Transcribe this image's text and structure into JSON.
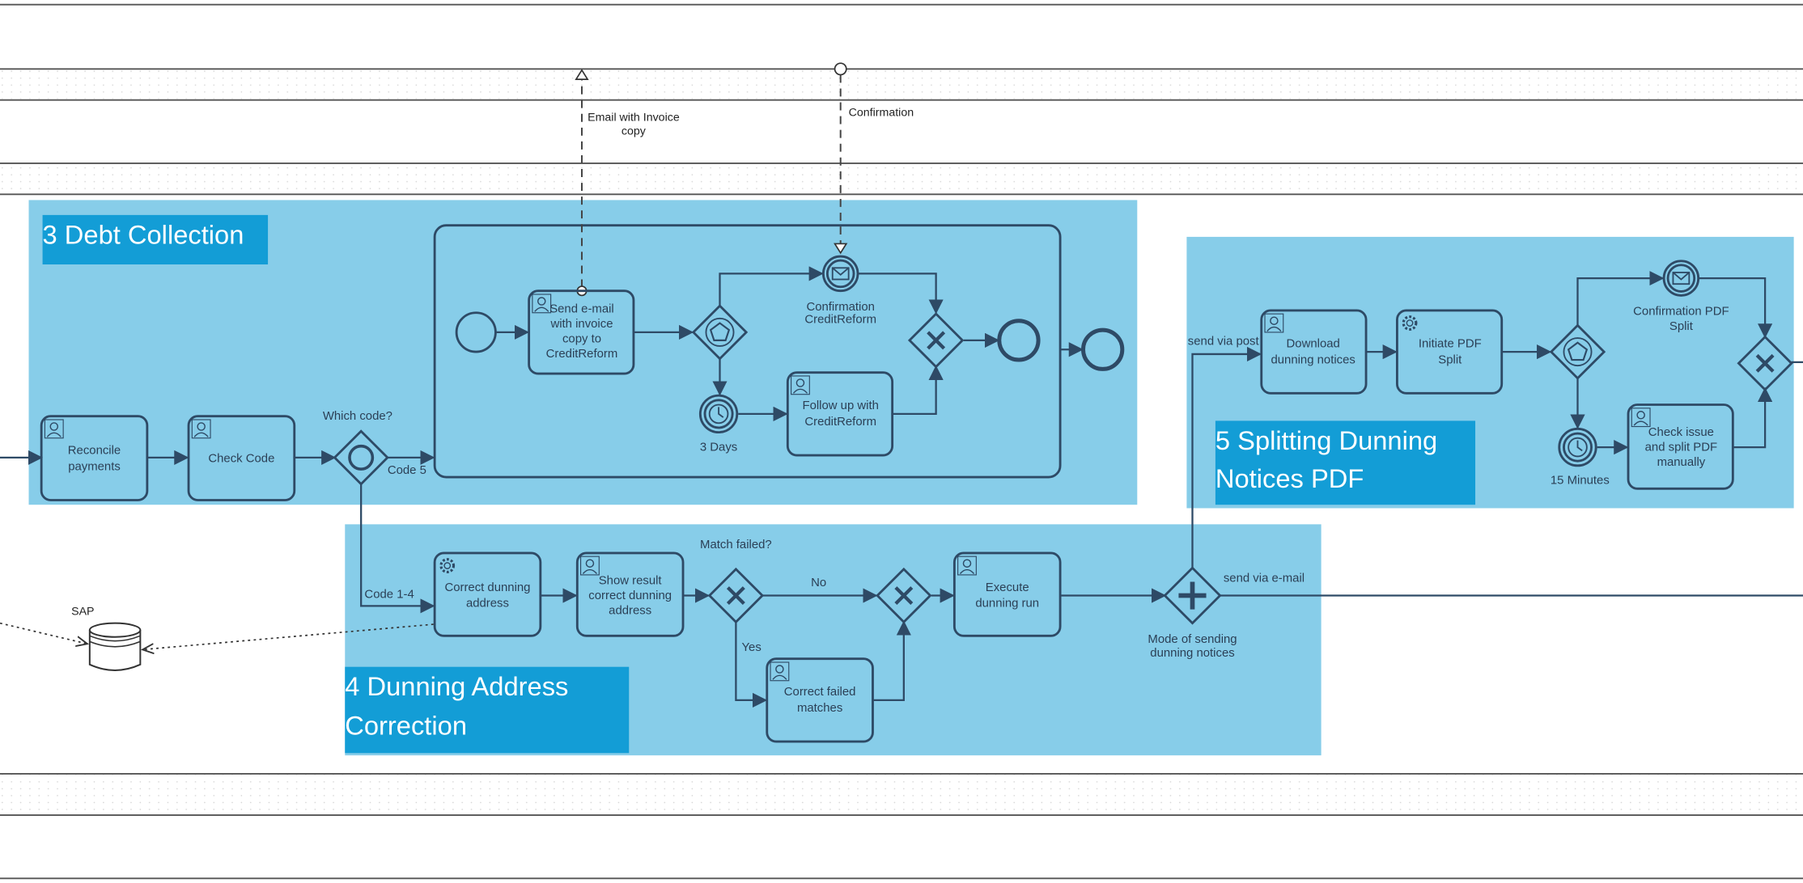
{
  "regions": {
    "debt_collection": "3 Debt Collection",
    "dunning_address": [
      "4 Dunning Address",
      "Correction"
    ],
    "splitting": [
      "5 Splitting Dunning",
      "Notices PDF"
    ]
  },
  "tasks": {
    "reconcile": [
      "Reconcile",
      "payments"
    ],
    "check_code": [
      "Check Code"
    ],
    "send_email": [
      "Send e-mail",
      "with invoice",
      "copy to",
      "CreditReform"
    ],
    "follow_up": [
      "Follow up with",
      "CreditReform"
    ],
    "correct_address": [
      "Correct dunning",
      "address"
    ],
    "show_result": [
      "Show result",
      "correct dunning",
      "address"
    ],
    "correct_failed": [
      "Correct failed",
      "matches"
    ],
    "execute_run": [
      "Execute",
      "dunning run"
    ],
    "download": [
      "Download",
      "dunning notices"
    ],
    "initiate_split": [
      "Initiate PDF",
      "Split"
    ],
    "check_issue": [
      "Check issue",
      "and split PDF",
      "manually"
    ]
  },
  "events": {
    "confirmation_creditreform": [
      "Confirmation",
      "CreditReform"
    ],
    "timer_3days": "3 Days",
    "confirmation_pdf": [
      "Confirmation PDF",
      "Split"
    ],
    "timer_15min": "15 Minutes"
  },
  "gateways": {
    "which_code": "Which code?",
    "match_failed": "Match failed?",
    "mode_sending": [
      "Mode of sending",
      "dunning notices"
    ]
  },
  "flow_labels": {
    "code5": "Code 5",
    "code14": "Code 1-4",
    "no": "No",
    "yes": "Yes",
    "send_post": "send via post",
    "send_email": "send via e-mail"
  },
  "message_flows": {
    "email_invoice": [
      "Email with Invoice",
      "copy"
    ],
    "confirmation": "Confirmation"
  },
  "data_store": {
    "sap": "SAP"
  },
  "colors": {
    "region": "#87cde9",
    "title_box": "#139dd6",
    "stroke": "#2e4a66"
  }
}
